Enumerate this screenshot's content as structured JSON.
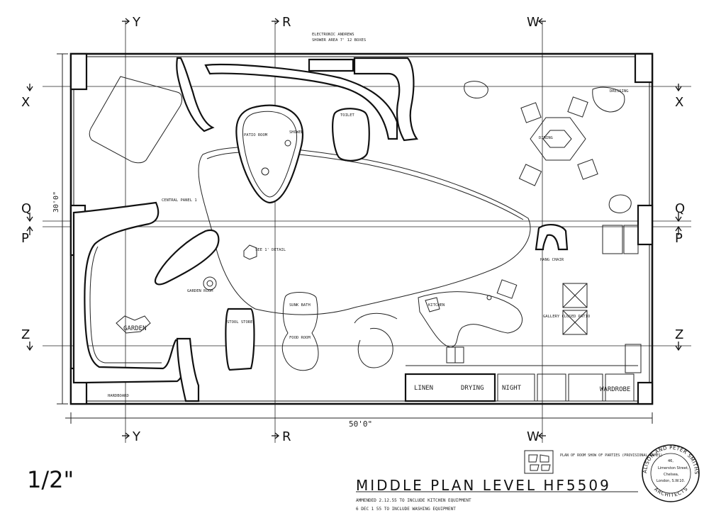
{
  "drawing": {
    "title": "MIDDLE PLAN LEVEL HF5509",
    "scale": "1/2\"",
    "amended_1": "AMMENDED 2.12.55 TO INCLUDE KITCHEN EQUIPMENT",
    "amended_2": "6 DEC 1 55 TO INCLUDE WASHING EQUIPMENT",
    "top_note_1": "ELECTRONIC ANDREWS",
    "top_note_2": "SHOWER AREA 7' 12 BOXES"
  },
  "dimensions": {
    "width": "50'0\"",
    "height": "30'0\""
  },
  "grid_labels": {
    "x": "X",
    "q": "Q",
    "p": "P",
    "z": "Z",
    "y": "Y",
    "r": "R",
    "w": "W"
  },
  "stamp": {
    "firm": "ALISON AND PETER SMITHSON",
    "line1": "46,",
    "line2": "Limerston Street,",
    "line3": "Chelsea,",
    "line4": "London, S.W.10.",
    "role": "ARCHITECTS"
  },
  "key_plan_note": "PLAN OF ROOM SHOW OF PARTIES (PROVISIONAL NAMES)",
  "room_labels": {
    "linen": "LINEN",
    "drying": "DRYING",
    "night": "NIGHT",
    "garden": "GARDEN",
    "wardrobe": "WARDROBE"
  },
  "annotations": [
    "CENTRAL PANEL 1",
    "SEE 1' DETAIL",
    "PATIO ROOM",
    "GARDEN ROOM",
    "STOOL STORE",
    "HANG CHAIR",
    "SUNK BATH",
    "FOOD ROOM",
    "TOILET",
    "DRESSING",
    "SHOWER",
    "HARDBOARD",
    "DINING",
    "KITCHEN",
    "GALLERY CLOSED PATIO"
  ]
}
